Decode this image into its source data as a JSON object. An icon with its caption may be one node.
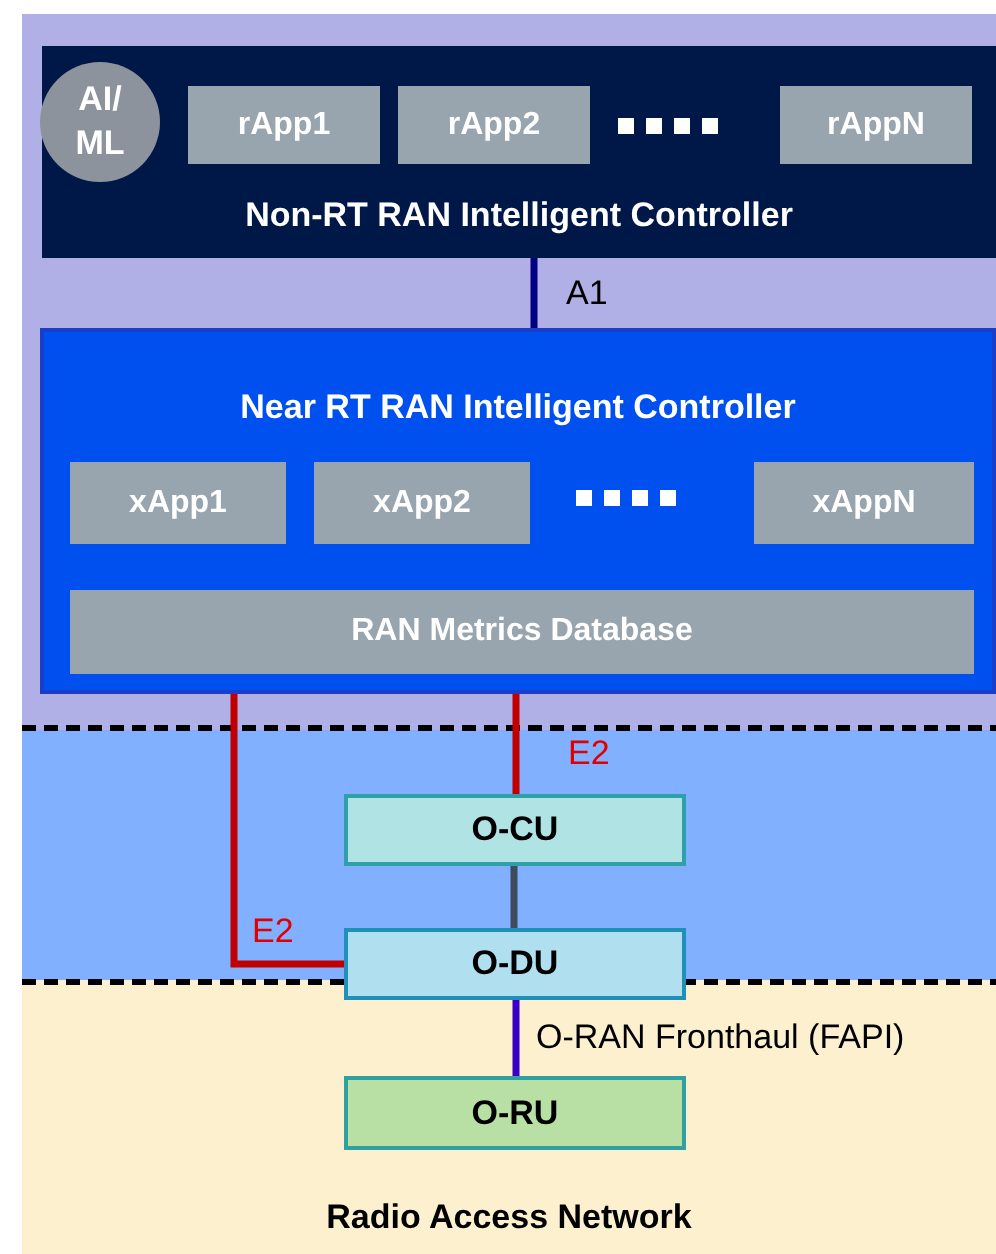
{
  "diagram": {
    "nodes": [
      {
        "text": [
          "Non-RT RAN Intelligent Controller"
        ]
      },
      {
        "text": [
          "AI/ ML"
        ],
        "in": 0
      },
      {
        "text": [
          "rApp1"
        ],
        "in": 0
      },
      {
        "text": [
          "rApp2"
        ],
        "in": 0
      },
      {
        "text": [
          "rAppN"
        ],
        "in": 0
      },
      {
        "text": [
          "Near RT RAN Intelligent Controller"
        ]
      },
      {
        "text": [
          "xApp1"
        ],
        "in": 5
      },
      {
        "text": [
          "xApp2"
        ],
        "in": 5
      },
      {
        "text": [
          "xAppN"
        ],
        "in": 5
      },
      {
        "text": [
          "RAN Metrics Database"
        ],
        "in": 5
      },
      {
        "text": [
          "Radio Access Network"
        ]
      },
      {
        "text": [
          "O-CU"
        ]
      },
      {
        "text": [
          "O-DU"
        ]
      },
      {
        "text": [
          "O-RU"
        ],
        "in": 10
      }
    ],
    "edges": [
      {
        "from": 0,
        "to": 5,
        "arrow": "none",
        "label": "A1",
        "color": "#000080"
      },
      {
        "from": 5,
        "to": 11,
        "arrow": "none",
        "label": "E2",
        "color": "#c00000"
      },
      {
        "from": 5,
        "to": 12,
        "arrow": "none",
        "label": "E2",
        "color": "#c00000"
      },
      {
        "from": 11,
        "to": 12,
        "arrow": "none",
        "color": "#3d4b5c"
      },
      {
        "from": 12,
        "to": 13,
        "arrow": "none",
        "label": "O-RAN Fronthaul (FAPI)",
        "color": "#3b00c8"
      }
    ]
  }
}
